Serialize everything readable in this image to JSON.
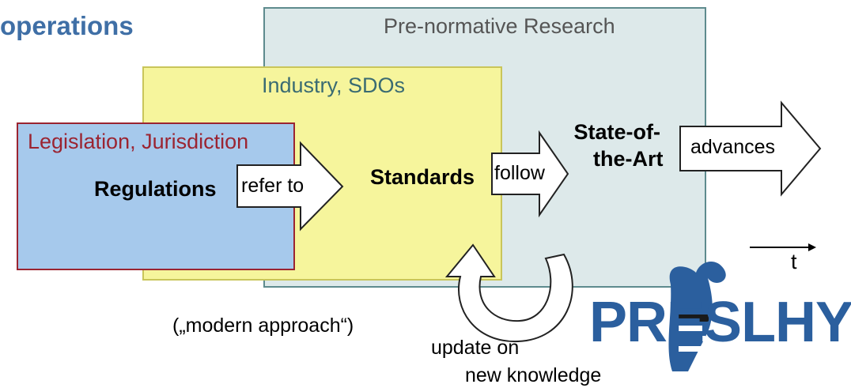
{
  "title": "operations",
  "boxes": {
    "research": "Pre-normative Research",
    "industry": "Industry, SDOs",
    "legislation": "Legislation, Jurisdiction"
  },
  "labels": {
    "regulations": "Regulations",
    "standards": "Standards",
    "state_of_the_art_line1": "State-of-",
    "state_of_the_art_line2": "the-Art"
  },
  "arrows": {
    "refer_to": "refer to",
    "follow": "follow",
    "advances": "advances"
  },
  "notes": {
    "modern_approach": "(„modern approach“)",
    "update_line1": "update on",
    "update_line2": "new knowledge"
  },
  "time_axis": {
    "label": "t"
  },
  "logo": {
    "text": "PRESLHY"
  },
  "colors": {
    "title": "#3f6fa6",
    "research_fill": "#dde9ea",
    "industry_fill": "#f6f59c",
    "legislation_fill": "#a6c9ec",
    "legislation_border": "#9b2431",
    "logo": "#2b5f9e"
  }
}
